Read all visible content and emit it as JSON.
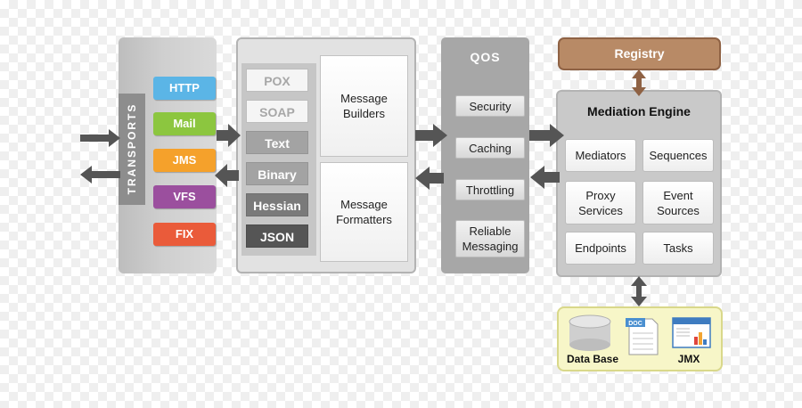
{
  "transports": {
    "label": "TRANSPORTS",
    "items": [
      {
        "label": "HTTP",
        "color": "#5bb5e6"
      },
      {
        "label": "Mail",
        "color": "#8cc63f"
      },
      {
        "label": "JMS",
        "color": "#f5a12b"
      },
      {
        "label": "VFS",
        "color": "#9b4f9e"
      },
      {
        "label": "FIX",
        "color": "#ea5b3a"
      }
    ]
  },
  "formats": {
    "items": [
      "POX",
      "SOAP",
      "Text",
      "Binary",
      "Hessian",
      "JSON"
    ],
    "builders_line1": "Message",
    "builders_line2": "Builders",
    "formatters_line1": "Message",
    "formatters_line2": "Formatters"
  },
  "qos": {
    "title": "QOS",
    "items": [
      {
        "line1": "Security",
        "line2": ""
      },
      {
        "line1": "Caching",
        "line2": ""
      },
      {
        "line1": "Throttling",
        "line2": ""
      },
      {
        "line1": "Reliable",
        "line2": "Messaging"
      }
    ]
  },
  "registry": {
    "label": "Registry",
    "color": "#b88a66"
  },
  "mediation": {
    "title": "Mediation Engine",
    "items": [
      {
        "line1": "Mediators",
        "line2": ""
      },
      {
        "line1": "Sequences",
        "line2": ""
      },
      {
        "line1": "Proxy",
        "line2": "Services"
      },
      {
        "line1": "Event",
        "line2": "Sources"
      },
      {
        "line1": "Endpoints",
        "line2": ""
      },
      {
        "line1": "Tasks",
        "line2": ""
      }
    ]
  },
  "storage": {
    "database_label": "Data Base",
    "doc_label": "DOC",
    "jmx_label": "JMX"
  }
}
